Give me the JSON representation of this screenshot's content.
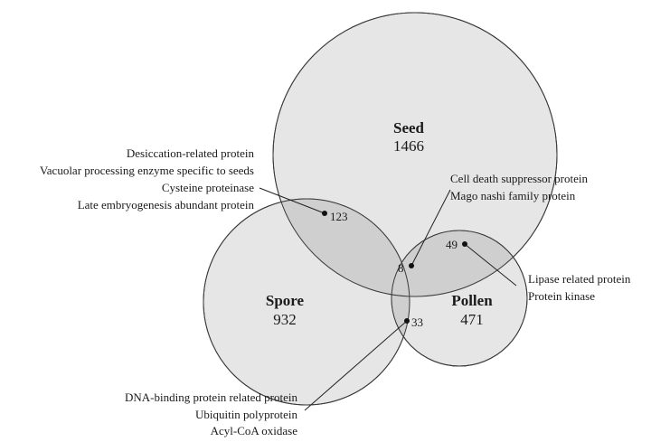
{
  "sets": {
    "seed": {
      "name": "Seed",
      "count": "1466"
    },
    "spore": {
      "name": "Spore",
      "count": "932"
    },
    "pollen": {
      "name": "Pollen",
      "count": "471"
    }
  },
  "regions": {
    "seed_spore": "123",
    "seed_pollen": "49",
    "spore_pollen": "33",
    "all_three": "8"
  },
  "annotations": {
    "seed_spore": [
      "Desiccation-related protein",
      "Vacuolar processing enzyme specific to seeds",
      "Cysteine proteinase",
      "Late embryogenesis abundant protein"
    ],
    "all_three": [
      "Cell death suppressor protein",
      "Mago nashi family protein"
    ],
    "seed_pollen": [
      "Lipase related protein",
      "Protein kinase"
    ],
    "spore_pollen": [
      "DNA-binding protein related protein",
      "Ubiquitin polyprotein",
      "Acyl-CoA oxidase"
    ]
  }
}
